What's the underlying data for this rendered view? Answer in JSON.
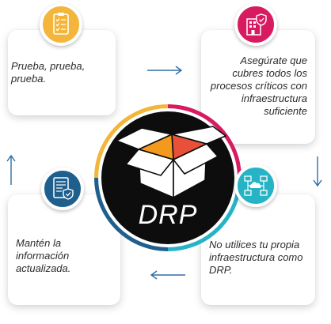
{
  "center": {
    "label": "DRP"
  },
  "cards": {
    "top_left": {
      "text": "Prueba, prueba, prueba."
    },
    "top_right": {
      "text": "Asegúrate que cubres todos los procesos críticos con infraestructura suficiente"
    },
    "bottom_right": {
      "text": "No utilices tu propia infraestructura como DRP."
    },
    "bottom_left": {
      "text": "Mantén la información actualizada."
    }
  },
  "icons": {
    "top_left": "checklist-icon",
    "top_right": "secure-building-icon",
    "bottom_right": "cloud-network-icon",
    "bottom_left": "secure-document-icon"
  },
  "colors": {
    "yellow": "#f3b63a",
    "pink": "#d81b60",
    "teal": "#26b3c6",
    "navy": "#1f5f8e",
    "orange": "#f39a1e",
    "red": "#e8503a",
    "arrow": "#2e6ea6"
  }
}
